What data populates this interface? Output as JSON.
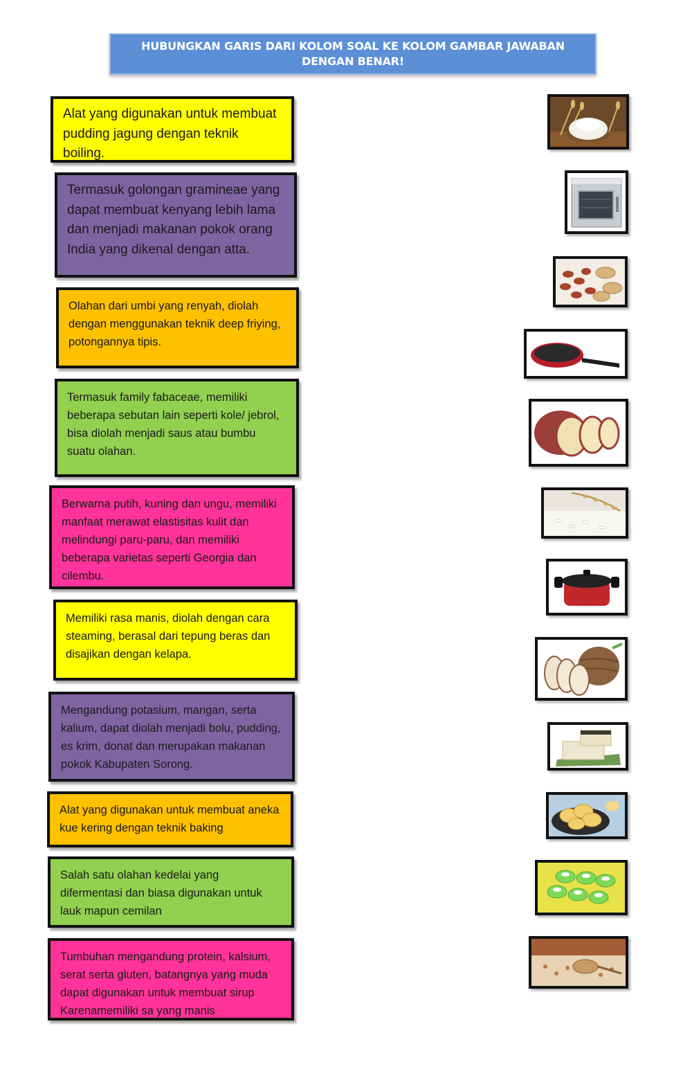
{
  "header": {
    "line1": "HUBUNGKAN GARIS DARI KOLOM SOAL KE KOLOM GAMBAR JAWABAN",
    "line2": "DENGAN BENAR!"
  },
  "questions": [
    {
      "text": "Alat yang digunakan untuk membuat pudding jagung dengan teknik boiling.",
      "color": "#ffff00"
    },
    {
      "text": "Termasuk golongan gramineae yang dapat membuat kenyang lebih lama dan menjadi makanan pokok orang India yang dikenal dengan atta.",
      "color": "#8064a2"
    },
    {
      "text": "Olahan dari umbi yang renyah, diolah dengan menggunakan teknik deep friying, potongannya tipis.",
      "color": "#ffc000"
    },
    {
      "text": "Termasuk family fabaceae, memiliki beberapa sebutan lain seperti kole/ jebrol, bisa diolah menjadi saus atau bumbu suatu olahan.",
      "color": "#92d050"
    },
    {
      "text": "Berwarna putih, kuning dan ungu, memiliki manfaat merawat elastisitas kulit dan melindungi paru-paru, dan memiliki beberapa varietas seperti Georgia dan cilembu.",
      "color": "#ff3399"
    },
    {
      "text": "Memiliki rasa manis, diolah dengan cara steaming, berasal dari tepung beras dan disajikan dengan kelapa.",
      "color": "#ffff00"
    },
    {
      "text": "Mengandung potasium, mangan, serta kalium, dapat diolah menjadi bolu, pudding, es krim, donat dan merupakan makanan pokok Kabupaten Sorong.",
      "color": "#8064a2"
    },
    {
      "text": "Alat yang digunakan untuk membuat aneka kue kering dengan teknik baking",
      "color": "#ffc000"
    },
    {
      "text": "Salah satu olahan kedelai yang difermentasi dan biasa digunakan untuk lauk mapun cemilan",
      "color": "#92d050"
    },
    {
      "text": "Tumbuhan mengandung protein, kalsium, serat serta gluten, batangnya yang muda dapat digunakan untuk membuat sirup Karenamemiliki sa yang manis",
      "color": "#ff3399"
    }
  ],
  "answers": [
    {
      "icon": "wheat-flour-icon"
    },
    {
      "icon": "oven-icon"
    },
    {
      "icon": "peanuts-icon"
    },
    {
      "icon": "frying-pan-icon"
    },
    {
      "icon": "sweet-potato-icon"
    },
    {
      "icon": "rice-icon"
    },
    {
      "icon": "cooking-pot-icon"
    },
    {
      "icon": "taro-icon"
    },
    {
      "icon": "tempeh-icon"
    },
    {
      "icon": "chips-icon"
    },
    {
      "icon": "putu-ayu-cake-icon"
    },
    {
      "icon": "sorghum-icon"
    }
  ]
}
